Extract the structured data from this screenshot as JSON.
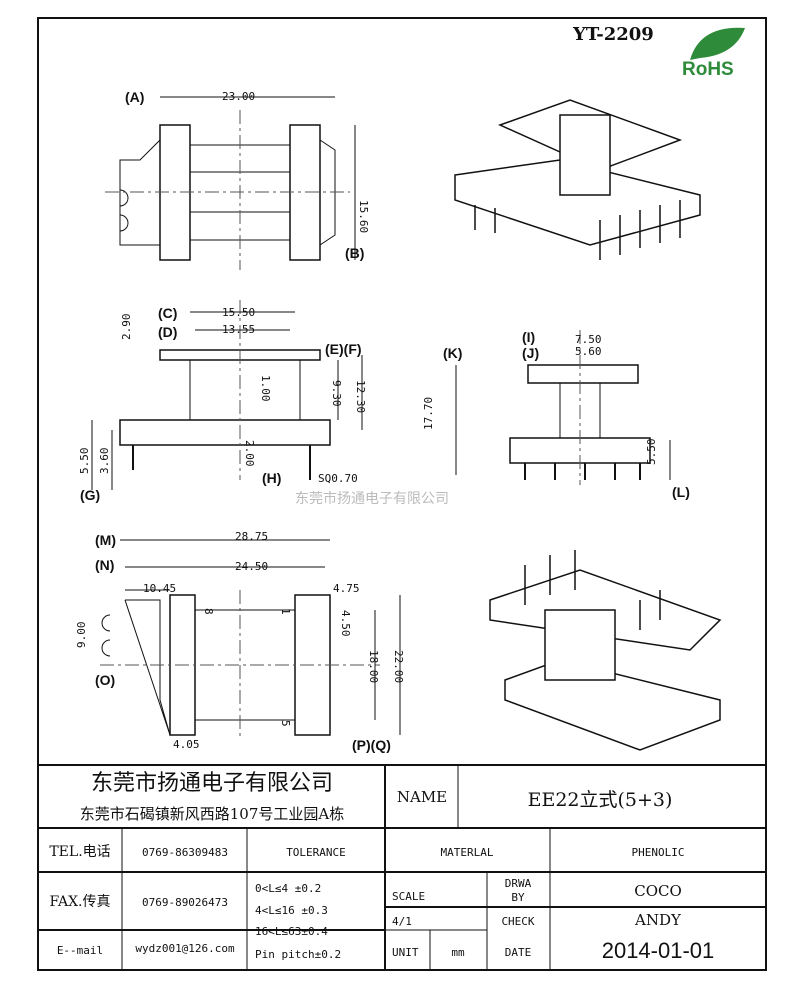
{
  "drawing_number": "YT-2209",
  "rohs": "RoHS",
  "watermark": "东莞市扬通电子有限公司",
  "views": {
    "top": {
      "a": "(A)",
      "b": "(B)",
      "w": "23.00",
      "h": "15.60"
    },
    "front": {
      "c": "(C)",
      "d": "(D)",
      "ef": "(E)(F)",
      "g": "(G)",
      "h": "(H)",
      "d1550": "15.50",
      "d1355": "13.55",
      "d290": "2.90",
      "d100": "1.00",
      "d930": "9.30",
      "d1230": "12.30",
      "d200": "2.00",
      "sq": "SQ0.70",
      "d550": "5.50",
      "d360": "3.60"
    },
    "side": {
      "k": "(K)",
      "i": "(I)",
      "j": "(J)",
      "l": "(L)",
      "d750": "7.50",
      "d560": "5.60",
      "d1770": "17.70",
      "d550": "5.50"
    },
    "bottom": {
      "m": "(M)",
      "n": "(N)",
      "o": "(O)",
      "pq": "(P)(Q)",
      "d2875": "28.75",
      "d2450": "24.50",
      "d1045": "10.45",
      "d475": "4.75",
      "d900": "9.00",
      "d450": "4.50",
      "d1800": "18.00",
      "d2200": "22.00",
      "d405": "4.05",
      "pin8": "8",
      "pin1": "1",
      "pin5": "5"
    }
  },
  "title_block": {
    "company": "东莞市扬通电子有限公司",
    "address": "东莞市石碣镇新风西路107号工业园A栋",
    "name_label": "NAME",
    "name_value": "EE22立式(5+3)",
    "tel_label": "TEL.电话",
    "tel": "0769-86309483",
    "fax_label": "FAX.传真",
    "fax": "0769-89026473",
    "email_label": "E--mail",
    "email": "wydz001@126.com",
    "tolerance_label": "TOLERANCE",
    "tolerances": [
      "0<L≤4   ±0.2",
      "4<L≤16  ±0.3",
      "16<L≤63±0.4",
      "Pin pitch±0.2"
    ],
    "material_label": "MATERLAL",
    "material": "PHENOLIC",
    "scale_label": "SCALE",
    "scale": "4/1",
    "drawn_label_1": "DRWA",
    "drawn_label_2": "BY",
    "drawn_by": "COCO",
    "check_label": "CHECK",
    "checked_by": "ANDY",
    "unit_label": "UNIT",
    "unit": "mm",
    "date_label": "DATE",
    "date": "2014-01-01"
  }
}
